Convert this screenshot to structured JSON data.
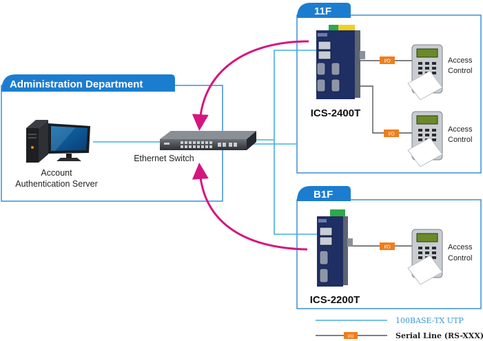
{
  "colors": {
    "panel_border": "#3a8fd6",
    "header_blue": "#1c7dd0",
    "utp_line": "#45aee0",
    "serial_line": "#555555",
    "io_orange": "#f07d1a",
    "arrow_magenta": "#d6157f",
    "device_navy": "#1f2f63"
  },
  "zones": {
    "admin": {
      "title": "Administration Department"
    },
    "floor11": {
      "title": "11F"
    },
    "floorB1": {
      "title": "B1F"
    }
  },
  "nodes": {
    "server": {
      "line1": "Account",
      "line2": "Authentication Server",
      "icon": "desktop-computer-icon"
    },
    "switch": {
      "label": "Ethernet Switch",
      "icon": "ethernet-switch-icon"
    },
    "ics2400": {
      "label": "ICS-2400T",
      "icon": "serial-device-server-icon"
    },
    "ics2200": {
      "label": "ICS-2200T",
      "icon": "serial-device-server-icon"
    },
    "access1": {
      "line1": "Access",
      "line2": "Control",
      "icon": "card-reader-icon"
    },
    "access2": {
      "line1": "Access",
      "line2": "Control",
      "icon": "card-reader-icon"
    },
    "access3": {
      "line1": "Access",
      "line2": "Control",
      "icon": "card-reader-icon"
    }
  },
  "io_tag": "I/O",
  "legend": {
    "utp": "100BASE-TX UTP",
    "serial": "Serial Line (RS-XXX)"
  }
}
